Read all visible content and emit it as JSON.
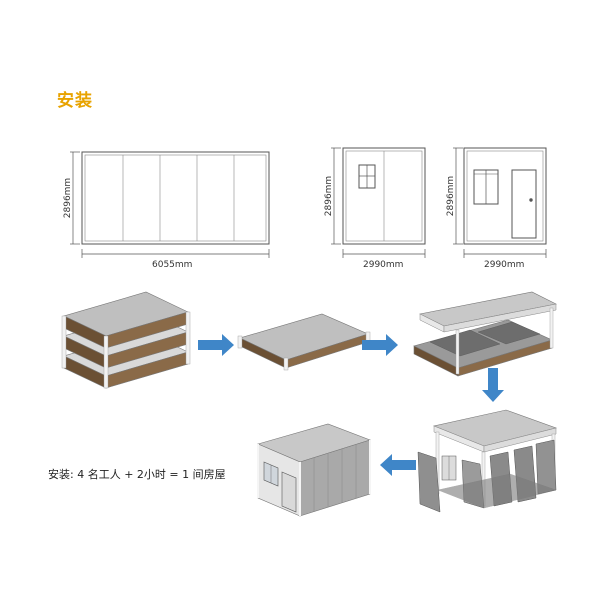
{
  "heading": "安装",
  "dimensions": {
    "long_height": "2896mm",
    "long_width": "6055mm",
    "side1_height": "2896mm",
    "side1_width": "2990mm",
    "side2_height": "2896mm",
    "side2_width": "2990mm"
  },
  "caption": "安装: 4 名工人 + 2小时 = 1 间房屋",
  "colors": {
    "accent": "#e8a300",
    "arrow": "#3f86c8",
    "panel_brown": "#6b5034",
    "panel_grey": "#bfbfbf",
    "line": "#555555"
  },
  "icons": [
    "arrow-right-icon",
    "arrow-down-icon",
    "arrow-left-icon"
  ]
}
